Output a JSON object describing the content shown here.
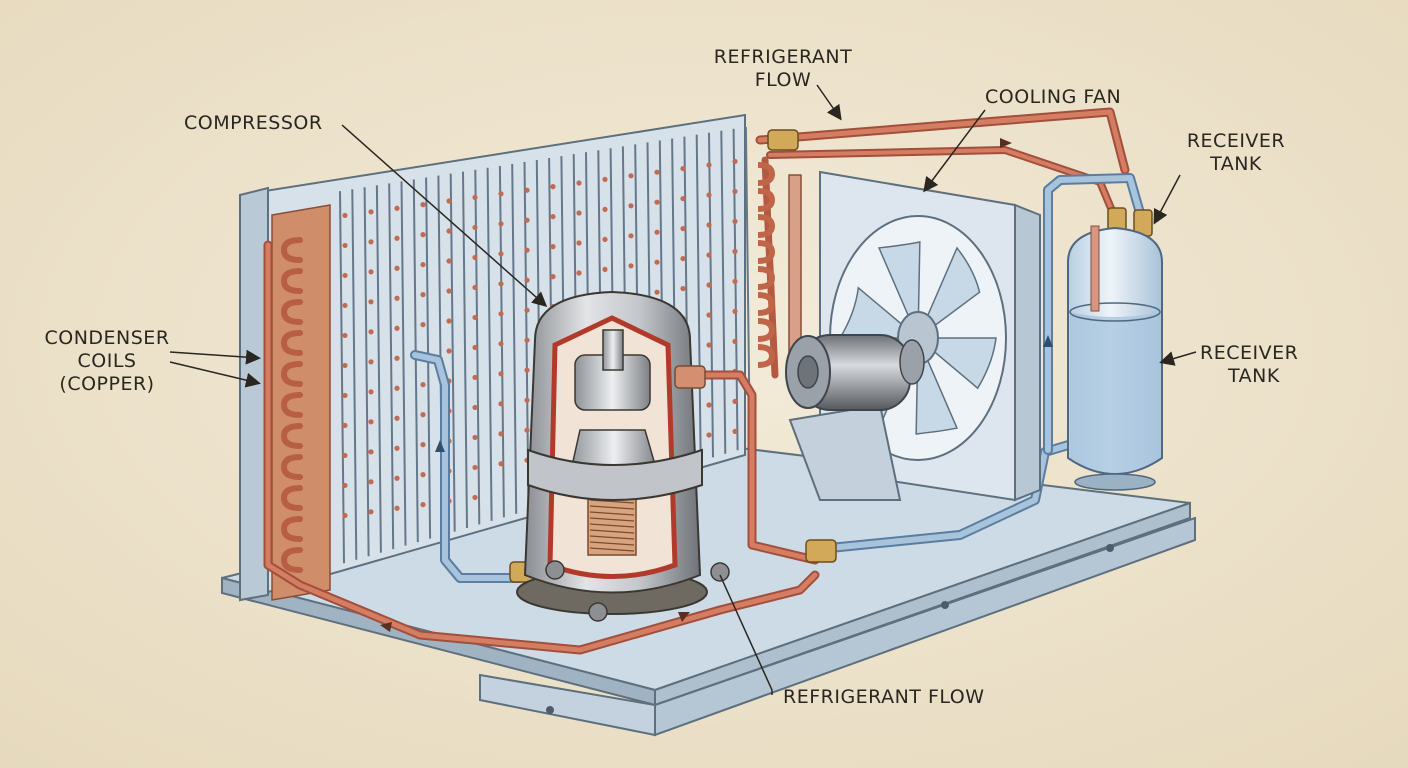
{
  "labels": {
    "compressor": "COMPRESSOR",
    "refrigerant_flow_top_line1": "REFRIGERANT",
    "refrigerant_flow_top_line2": "FLOW",
    "cooling_fan": "COOLING FAN",
    "receiver_tank_top_line1": "RECEIVER",
    "receiver_tank_top_line2": "TANK",
    "condenser_line1": "CONDENSER",
    "condenser_line2": "COILS",
    "condenser_line3": "(COPPER)",
    "receiver_tank_side_line1": "RECEIVER",
    "receiver_tank_side_line2": "TANK",
    "refrigerant_flow_bottom": "REFRIGERANT FLOW"
  },
  "colors": {
    "paper": "#efe6d2",
    "ink": "#2a2620",
    "copper": "#c9705a",
    "cold_pipe": "#8fb2d0",
    "steel": "#b9c8d6",
    "brass": "#c79a4a"
  }
}
